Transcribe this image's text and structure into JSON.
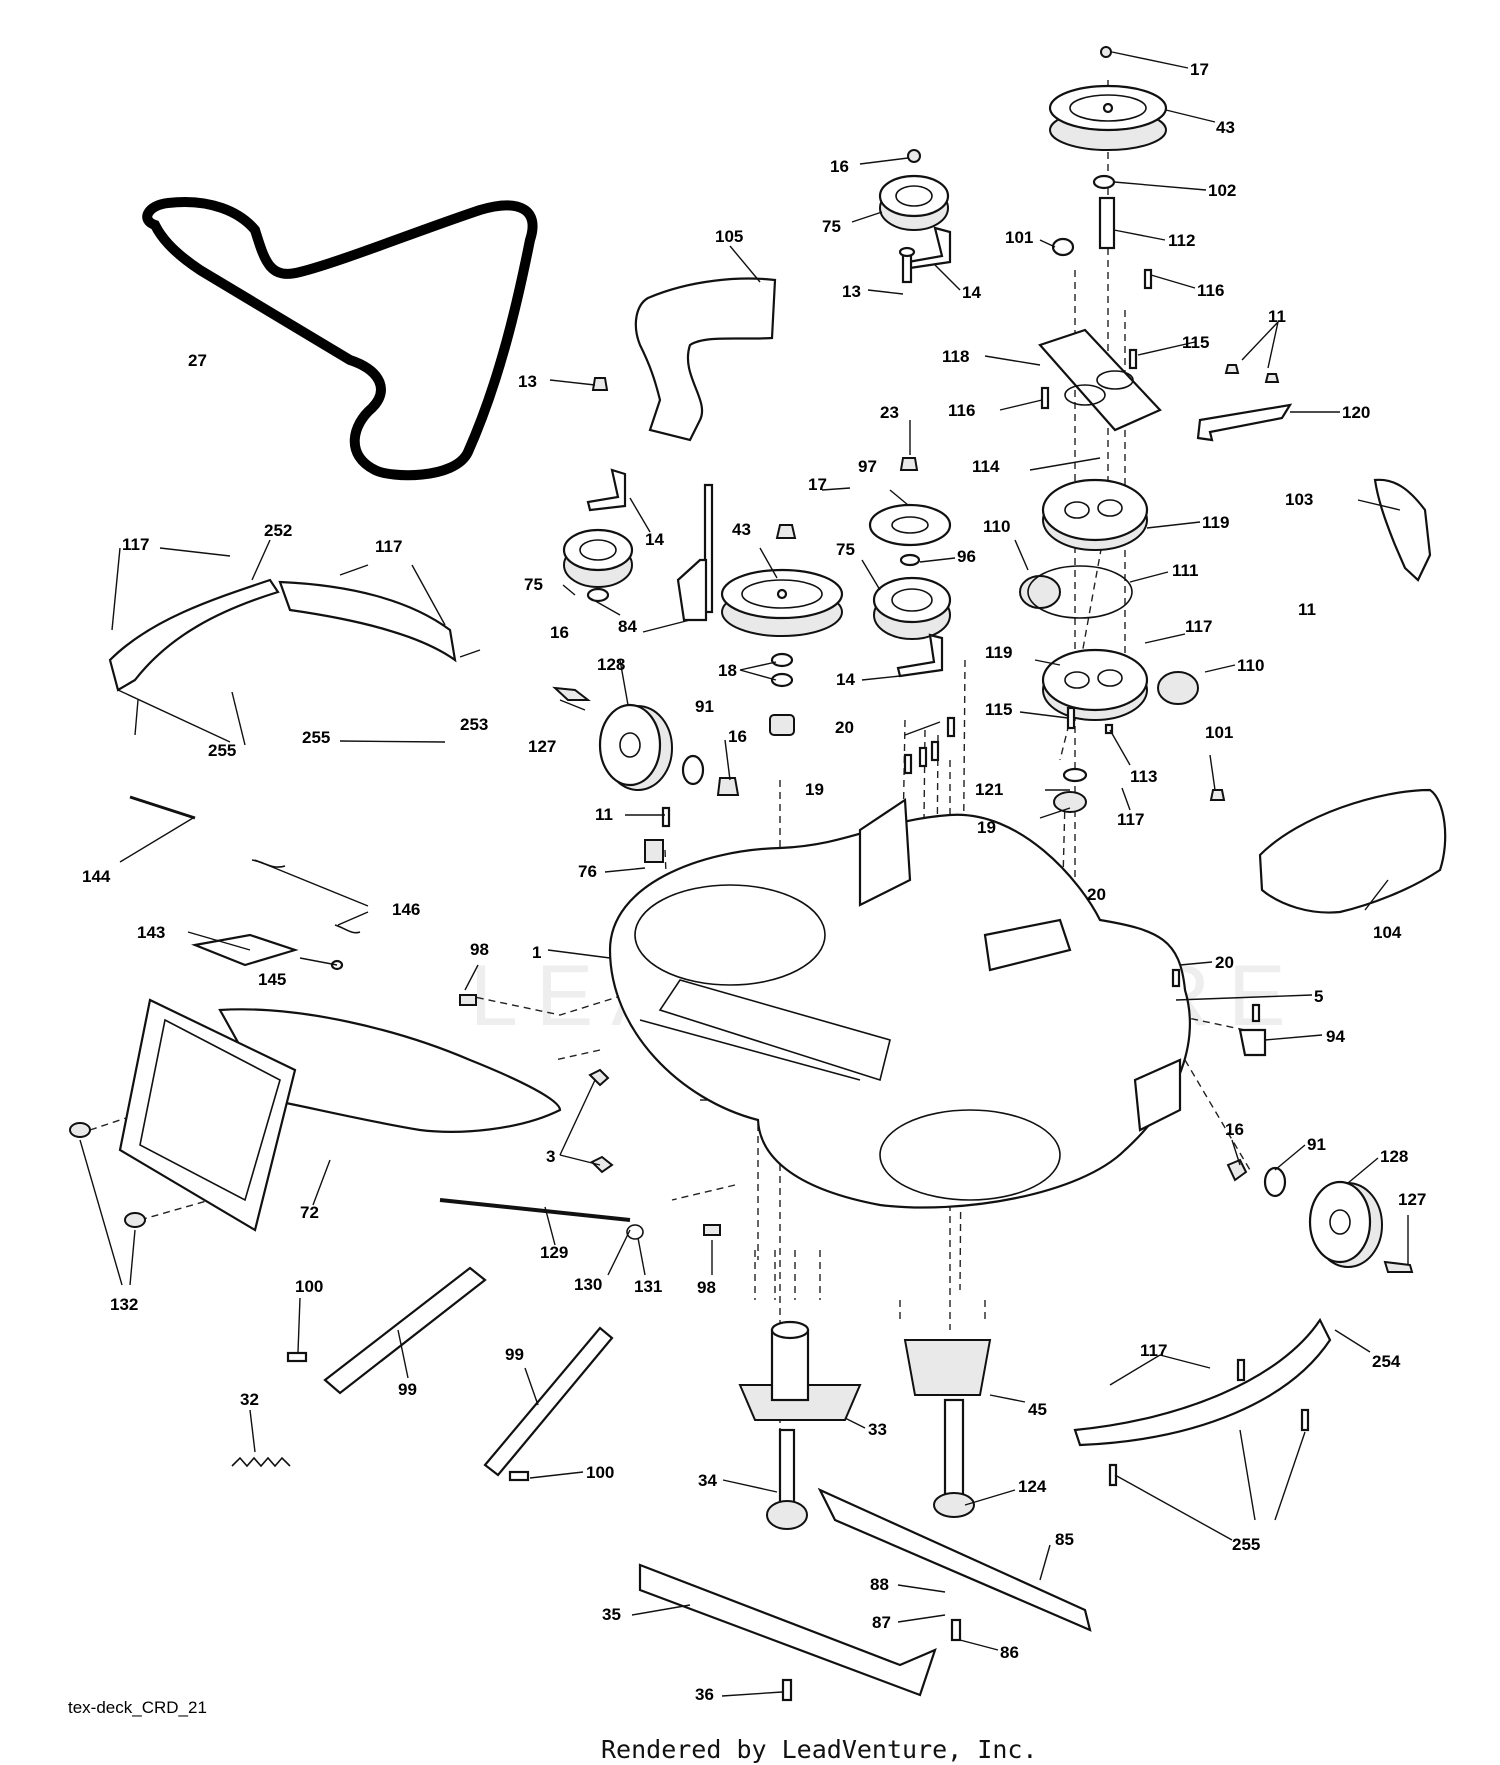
{
  "diagram": {
    "code": "tex-deck_CRD_21",
    "footer": "Rendered by LeadVenture, Inc.",
    "watermark": "LEADVENTURE"
  },
  "callouts": [
    {
      "id": "c-17a",
      "text": "17"
    },
    {
      "id": "c-43a",
      "text": "43"
    },
    {
      "id": "c-102",
      "text": "102"
    },
    {
      "id": "c-16a",
      "text": "16"
    },
    {
      "id": "c-75a",
      "text": "75"
    },
    {
      "id": "c-101a",
      "text": "101"
    },
    {
      "id": "c-112",
      "text": "112"
    },
    {
      "id": "c-105",
      "text": "105"
    },
    {
      "id": "c-116a",
      "text": "116"
    },
    {
      "id": "c-13a",
      "text": "13"
    },
    {
      "id": "c-14a",
      "text": "14"
    },
    {
      "id": "c-11a",
      "text": "11"
    },
    {
      "id": "c-115a",
      "text": "115"
    },
    {
      "id": "c-118",
      "text": "118"
    },
    {
      "id": "c-27",
      "text": "27"
    },
    {
      "id": "c-13b",
      "text": "13"
    },
    {
      "id": "c-116b",
      "text": "116"
    },
    {
      "id": "c-120",
      "text": "120"
    },
    {
      "id": "c-23",
      "text": "23"
    },
    {
      "id": "c-114",
      "text": "114"
    },
    {
      "id": "c-97",
      "text": "97"
    },
    {
      "id": "c-103",
      "text": "103"
    },
    {
      "id": "c-17b",
      "text": "17"
    },
    {
      "id": "c-110a",
      "text": "110"
    },
    {
      "id": "c-119a",
      "text": "119"
    },
    {
      "id": "c-14b",
      "text": "14"
    },
    {
      "id": "c-117a",
      "text": "117"
    },
    {
      "id": "c-252",
      "text": "252"
    },
    {
      "id": "c-117b",
      "text": "117"
    },
    {
      "id": "c-43b",
      "text": "43"
    },
    {
      "id": "c-96",
      "text": "96"
    },
    {
      "id": "c-75b",
      "text": "75"
    },
    {
      "id": "c-111",
      "text": "111"
    },
    {
      "id": "c-75c",
      "text": "75"
    },
    {
      "id": "c-11b",
      "text": "11"
    },
    {
      "id": "c-16b",
      "text": "16"
    },
    {
      "id": "c-84",
      "text": "84"
    },
    {
      "id": "c-117c",
      "text": "117"
    },
    {
      "id": "c-119b",
      "text": "119"
    },
    {
      "id": "c-110b",
      "text": "110"
    },
    {
      "id": "c-18",
      "text": "18"
    },
    {
      "id": "c-14c",
      "text": "14"
    },
    {
      "id": "c-128a",
      "text": "128"
    },
    {
      "id": "c-253",
      "text": "253"
    },
    {
      "id": "c-91a",
      "text": "91"
    },
    {
      "id": "c-115b",
      "text": "115"
    },
    {
      "id": "c-20a",
      "text": "20"
    },
    {
      "id": "c-255a",
      "text": "255"
    },
    {
      "id": "c-255b",
      "text": "255"
    },
    {
      "id": "c-16c",
      "text": "16"
    },
    {
      "id": "c-127a",
      "text": "127"
    },
    {
      "id": "c-113",
      "text": "113"
    },
    {
      "id": "c-101b",
      "text": "101"
    },
    {
      "id": "c-19a",
      "text": "19"
    },
    {
      "id": "c-121",
      "text": "121"
    },
    {
      "id": "c-11c",
      "text": "11"
    },
    {
      "id": "c-19b",
      "text": "19"
    },
    {
      "id": "c-117d",
      "text": "117"
    },
    {
      "id": "c-76",
      "text": "76"
    },
    {
      "id": "c-144",
      "text": "144"
    },
    {
      "id": "c-146",
      "text": "146"
    },
    {
      "id": "c-20b",
      "text": "20"
    },
    {
      "id": "c-104",
      "text": "104"
    },
    {
      "id": "c-143",
      "text": "143"
    },
    {
      "id": "c-98a",
      "text": "98"
    },
    {
      "id": "c-1",
      "text": "1"
    },
    {
      "id": "c-20c",
      "text": "20"
    },
    {
      "id": "c-145",
      "text": "145"
    },
    {
      "id": "c-5",
      "text": "5"
    },
    {
      "id": "c-94",
      "text": "94"
    },
    {
      "id": "c-3",
      "text": "3"
    },
    {
      "id": "c-16d",
      "text": "16"
    },
    {
      "id": "c-91b",
      "text": "91"
    },
    {
      "id": "c-128b",
      "text": "128"
    },
    {
      "id": "c-127b",
      "text": "127"
    },
    {
      "id": "c-72",
      "text": "72"
    },
    {
      "id": "c-129",
      "text": "129"
    },
    {
      "id": "c-130",
      "text": "130"
    },
    {
      "id": "c-131",
      "text": "131"
    },
    {
      "id": "c-98b",
      "text": "98"
    },
    {
      "id": "c-132",
      "text": "132"
    },
    {
      "id": "c-100a",
      "text": "100"
    },
    {
      "id": "c-117e",
      "text": "117"
    },
    {
      "id": "c-254",
      "text": "254"
    },
    {
      "id": "c-99a",
      "text": "99"
    },
    {
      "id": "c-99b",
      "text": "99"
    },
    {
      "id": "c-45",
      "text": "45"
    },
    {
      "id": "c-32",
      "text": "32"
    },
    {
      "id": "c-33",
      "text": "33"
    },
    {
      "id": "c-100b",
      "text": "100"
    },
    {
      "id": "c-34",
      "text": "34"
    },
    {
      "id": "c-124",
      "text": "124"
    },
    {
      "id": "c-85",
      "text": "85"
    },
    {
      "id": "c-255c",
      "text": "255"
    },
    {
      "id": "c-88",
      "text": "88"
    },
    {
      "id": "c-35",
      "text": "35"
    },
    {
      "id": "c-87",
      "text": "87"
    },
    {
      "id": "c-86",
      "text": "86"
    },
    {
      "id": "c-36",
      "text": "36"
    }
  ]
}
